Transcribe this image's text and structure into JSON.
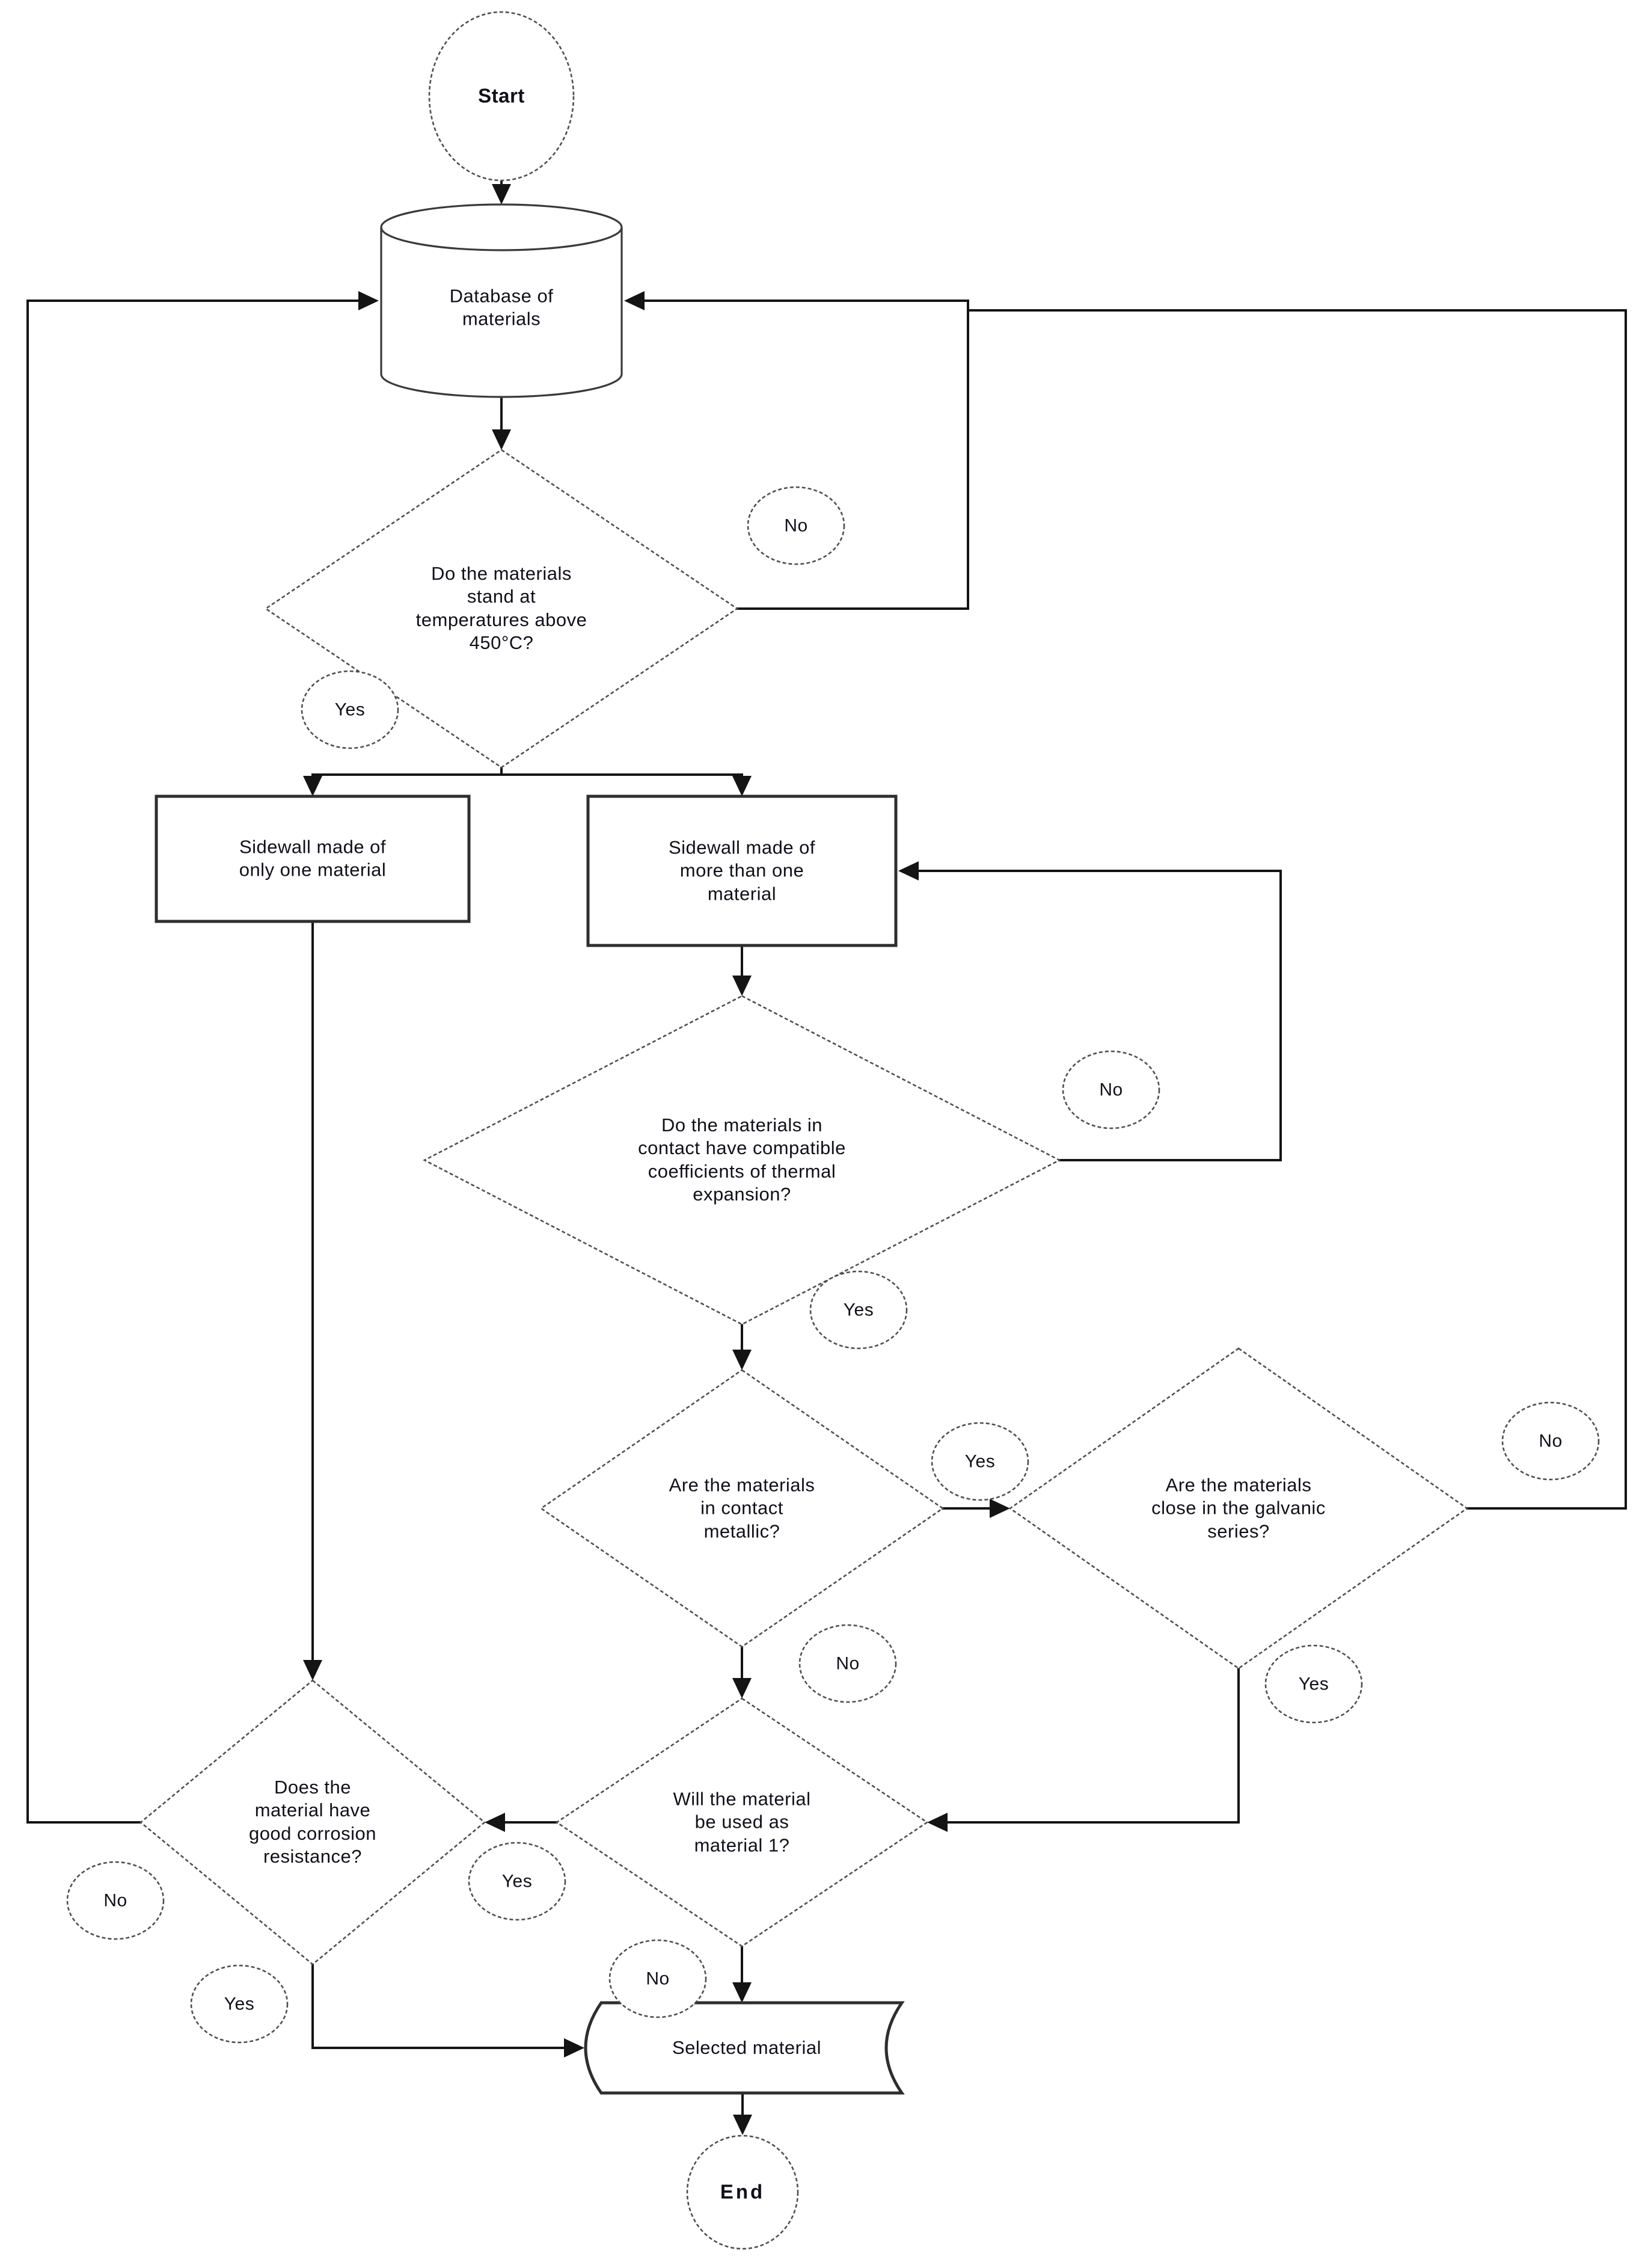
{
  "diagram": {
    "kind": "flowchart",
    "colors": {
      "background": "#ffffff",
      "line": "#141414",
      "shape_outline": "#4f4f4f",
      "text": "#10101a"
    },
    "nodes": {
      "start": {
        "type": "terminator",
        "label": "Start"
      },
      "database": {
        "type": "cylinder",
        "label": "Database of\nmaterials"
      },
      "temp": {
        "type": "decision",
        "label": "Do the materials\nstand at\ntemperatures above\n450°C?"
      },
      "sidewall_one": {
        "type": "process",
        "label": "Sidewall made of\nonly one material"
      },
      "sidewall_multi": {
        "type": "process",
        "label": "Sidewall made of\nmore than one\nmaterial"
      },
      "cte": {
        "type": "decision",
        "label": "Do the materials in\ncontact have compatible\ncoefficients of thermal\nexpansion?"
      },
      "metallic": {
        "type": "decision",
        "label": "Are the materials\nin contact\nmetallic?"
      },
      "galvanic": {
        "type": "decision",
        "label": "Are the materials\nclose in the galvanic\nseries?"
      },
      "material1": {
        "type": "decision",
        "label": "Will the material\nbe used as\nmaterial 1?"
      },
      "corrosion": {
        "type": "decision",
        "label": "Does the\nmaterial have\ngood corrosion\nresistance?"
      },
      "selected": {
        "type": "stored-data",
        "label": "Selected material"
      },
      "end": {
        "type": "terminator",
        "label": "End"
      }
    },
    "edge_labels": {
      "temp_no": "No",
      "temp_yes": "Yes",
      "cte_no": "No",
      "cte_yes": "Yes",
      "metallic_yes": "Yes",
      "metallic_no": "No",
      "galvanic_no": "No",
      "galvanic_yes": "Yes",
      "material1_yes": "Yes",
      "material1_no": "No",
      "corrosion_no": "No",
      "corrosion_yes": "Yes"
    }
  }
}
